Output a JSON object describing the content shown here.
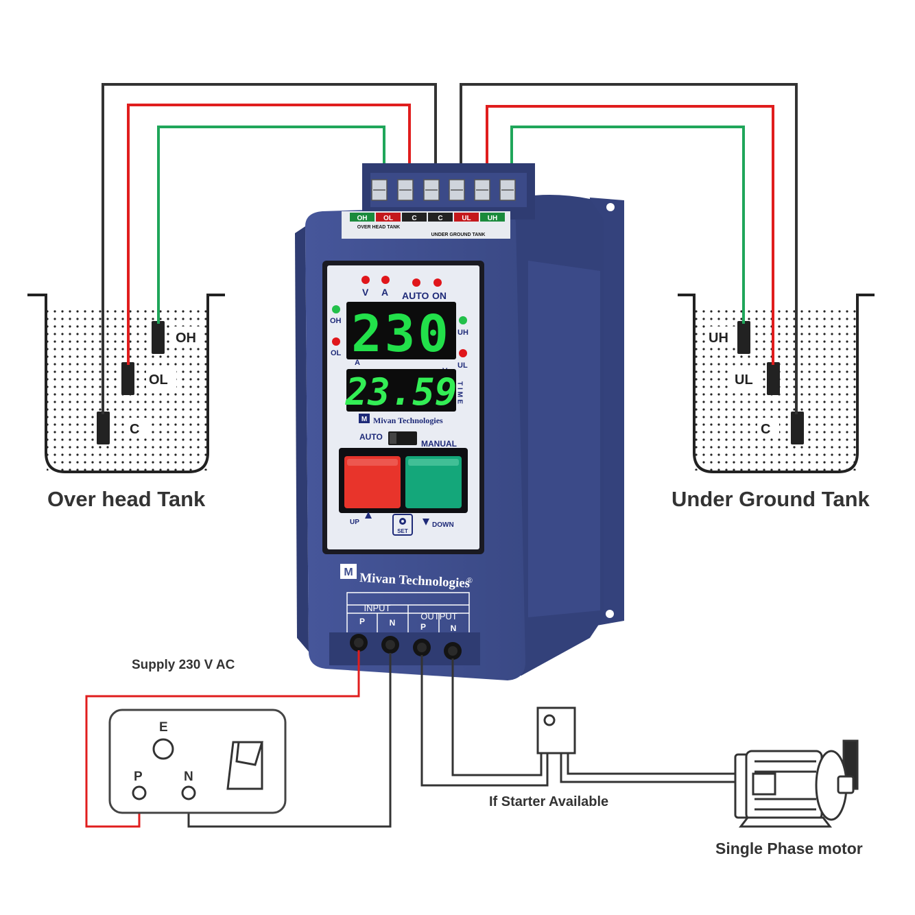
{
  "colors": {
    "body": "#3f4f8f",
    "body_dark": "#2f3c72",
    "panel": "#e9ecf3",
    "wire_black": "#333333",
    "wire_red": "#e01d1d",
    "wire_green": "#1fa65a",
    "seg_red": "#22e04a",
    "seg_green": "#33ee55",
    "btn_red": "#e8342b",
    "btn_green": "#14a77a"
  },
  "terminals_top": {
    "labels": [
      "OH",
      "OL",
      "C",
      "C",
      "UL",
      "UH"
    ],
    "group_left": "OVER HEAD TANK",
    "group_right": "UNDER GROUND TANK"
  },
  "left_tank": {
    "title": "Over head Tank",
    "probes": [
      "OH",
      "OL",
      "C"
    ]
  },
  "right_tank": {
    "title": "Under Ground Tank",
    "probes": [
      "UH",
      "UL",
      "C"
    ]
  },
  "panel": {
    "indicators_top": [
      "V",
      "A",
      "AUTO",
      "ON"
    ],
    "indicators_left": [
      "OH",
      "OL"
    ],
    "indicators_right": [
      "UH",
      "UL"
    ],
    "display_main": "230",
    "display_main_left_unit": "A",
    "display_main_right_unit": "V",
    "display_time": "23.59",
    "time_label": "TIME",
    "brand": "Mivan Technologies",
    "switch_left": "AUTO",
    "switch_right": "MANUAL",
    "btn_up": "UP",
    "btn_down": "DOWN",
    "btn_set": "SET"
  },
  "body_brand": "Mivan Technologies",
  "bottom_terminals": {
    "input_label": "INPUT",
    "output_label": "OUTPUT",
    "pins": [
      "P",
      "N",
      "P",
      "N"
    ]
  },
  "supply_label": "Supply 230 V AC",
  "socket": {
    "pins": [
      "E",
      "P",
      "N"
    ]
  },
  "starter_label": "If Starter Available",
  "motor_label": "Single Phase motor"
}
